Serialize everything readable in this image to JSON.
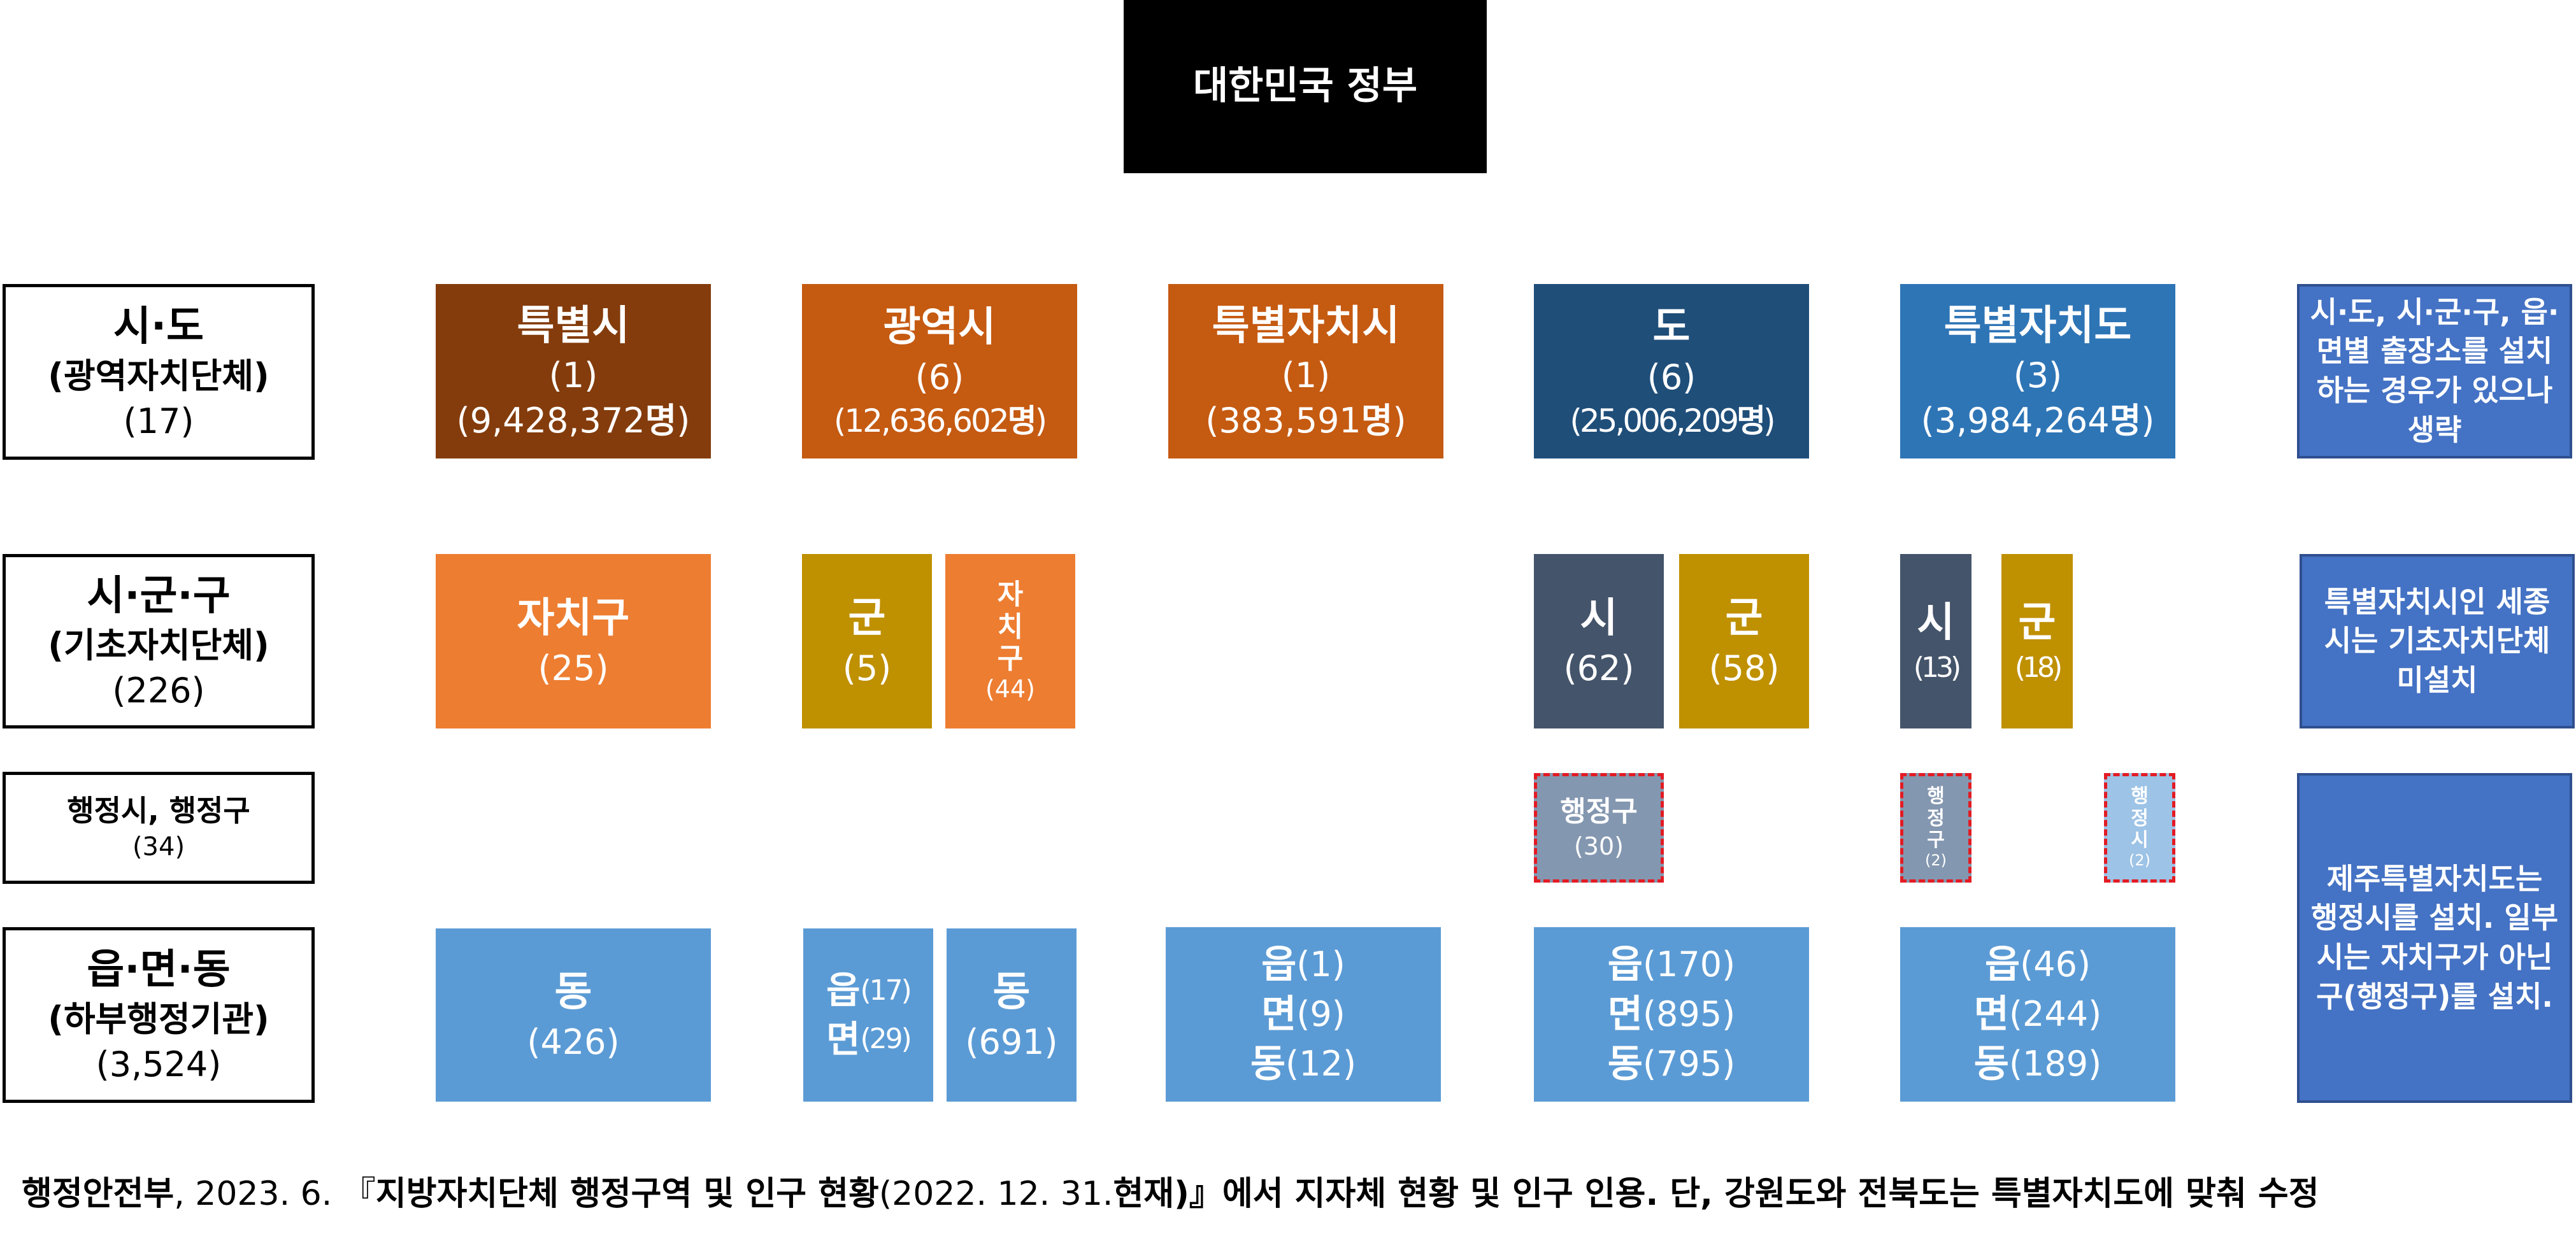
{
  "top": {
    "title": "대한민국 정부"
  },
  "levels": {
    "sido": {
      "name": "시·도",
      "desc": "(광역자치단체)",
      "count": "(17)"
    },
    "sigungu": {
      "name": "시·군·구",
      "desc": "(기초자치단체)",
      "count": "(226)"
    },
    "admin": {
      "name": "행정시, 행정구",
      "count": "(34)"
    },
    "eupmyeon": {
      "name": "읍·면·동",
      "desc": "(하부행정기관)",
      "count": "(3,524)"
    }
  },
  "sido": {
    "special_city": {
      "title": "특별시",
      "count": "(1)",
      "pop_prefix": "(9,428,372",
      "pop_unit": "명",
      "pop_suffix": ")"
    },
    "metro_city": {
      "title": "광역시",
      "count": "(6)",
      "pop_prefix": "(12,636,602",
      "pop_unit": "명",
      "pop_suffix": ")"
    },
    "special_self_city": {
      "title": "특별자치시",
      "count": "(1)",
      "pop_prefix": "(383,591",
      "pop_unit": "명",
      "pop_suffix": ")"
    },
    "province": {
      "title": "도",
      "count": "(6)",
      "pop_prefix": "(25,006,209",
      "pop_unit": "명",
      "pop_suffix": ")"
    },
    "special_province": {
      "title": "특별자치도",
      "count": "(3)",
      "pop_prefix": "(3,984,264",
      "pop_unit": "명",
      "pop_suffix": ")"
    }
  },
  "sigungu": {
    "jachigu": {
      "title": "자치구",
      "count": "(25)"
    },
    "metro_gun": {
      "title": "군",
      "count": "(5)"
    },
    "metro_gu": {
      "title": "자\n치\n구",
      "count": "(44)"
    },
    "prov_si": {
      "title": "시",
      "count": "(62)"
    },
    "prov_gun": {
      "title": "군",
      "count": "(58)"
    },
    "sp_si": {
      "title": "시",
      "count": "(13)"
    },
    "sp_gun": {
      "title": "군",
      "count": "(18)"
    }
  },
  "admin": {
    "prov_gu": {
      "title": "행정구",
      "count": "(30)"
    },
    "sp_gu": {
      "title": "행\n정\n구",
      "count": "(2)"
    },
    "sp_si": {
      "title": "행\n정\n시",
      "count": "(2)"
    }
  },
  "eupmyeon": {
    "seoul_dong": {
      "title": "동",
      "count": "(426)"
    },
    "metro_eup": {
      "label": "읍",
      "count": "(17)"
    },
    "metro_myeon": {
      "label": "면",
      "count": "(29)"
    },
    "metro_dong": {
      "title": "동",
      "count": "(691)"
    },
    "sejong_eup": {
      "label": "읍",
      "count": "(1)"
    },
    "sejong_myeon": {
      "label": "면",
      "count": "(9)"
    },
    "sejong_dong": {
      "label": "동",
      "count": "(12)"
    },
    "prov_eup": {
      "label": "읍",
      "count": "(170)"
    },
    "prov_myeon": {
      "label": "면",
      "count": "(895)"
    },
    "prov_dong": {
      "label": "동",
      "count": "(795)"
    },
    "sp_eup": {
      "label": "읍",
      "count": "(46)"
    },
    "sp_myeon": {
      "label": "면",
      "count": "(244)"
    },
    "sp_dong": {
      "label": "동",
      "count": "(189)"
    }
  },
  "notes": {
    "note1": "시·도, 시·군·구, 읍·면별 출장소를 설치하는 경우가 있으나 생략",
    "note2": "특별자치시인 세종시는 기초자치단체 미설치",
    "note3": "제주특별자치도는 행정시를 설치. 일부 시는 자치구가 아닌 구(행정구)를 설치."
  },
  "footer": {
    "source_org": "행정안전부",
    "date": ", 2023. 6. 『",
    "title_main": "지방자치단체 행정구역 및 인구 현황",
    "title_date": "(2022. 12. 31.",
    "title_now": "현재",
    "rest": ")』에서 지자체 현황 및 인구 인용. 단, 강원도와 전북도는 특별자치도에 맞춰 수정"
  },
  "colors": {
    "black_header": "#000000",
    "special_city": "#843c0c",
    "metro": "#c55a11",
    "jachigu": "#ed7d31",
    "province": "#1f4e79",
    "special_province": "#2e75b6",
    "si_slate": "#44546a",
    "gun_gold": "#bf9000",
    "eupmyeon_sky": "#5b9bd5",
    "admin_gray": "#8497b0",
    "admin_light": "#9dc3e6",
    "note_blue": "#4472c4",
    "dash_red": "#e31b23"
  }
}
